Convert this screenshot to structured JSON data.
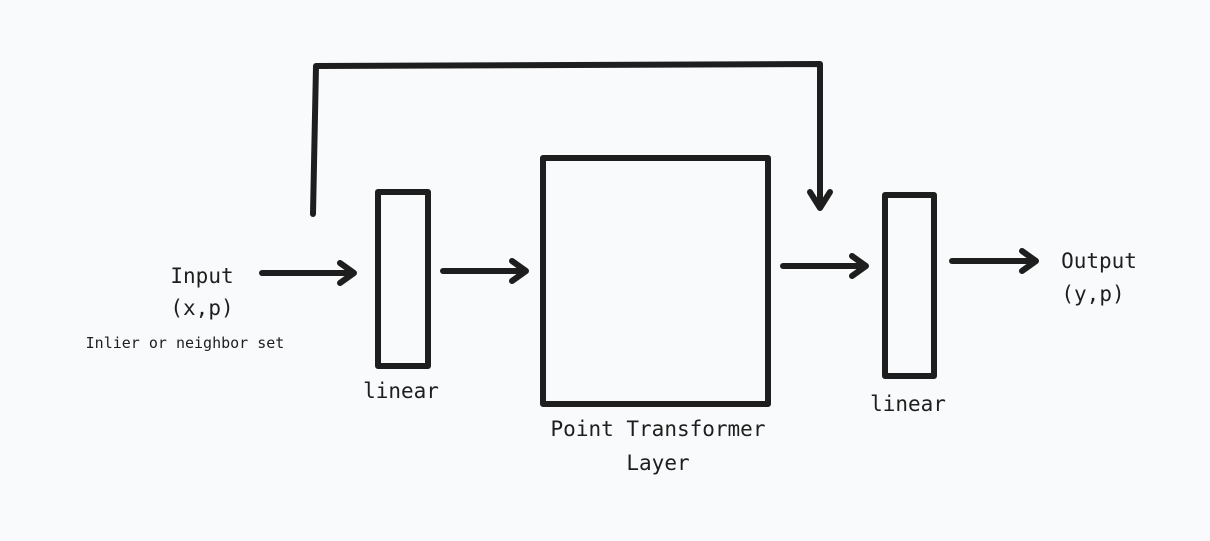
{
  "input": {
    "label": "Input",
    "vars": "(x,p)",
    "note": "Inlier or neighbor set"
  },
  "linear_in": {
    "label": "linear"
  },
  "transformer": {
    "line1": "Point Transformer",
    "line2": "Layer"
  },
  "linear_out": {
    "label": "linear"
  },
  "output": {
    "label": "Output",
    "vars": "(y,p)"
  },
  "colors": {
    "stroke": "#1e1e1e",
    "background": "#f9fafb"
  }
}
